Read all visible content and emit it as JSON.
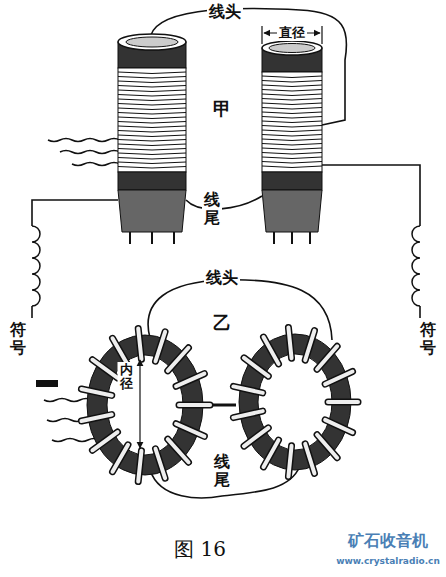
{
  "diagram": {
    "caption": "图 16",
    "labels": [
      "线头",
      "直径",
      "甲",
      "线尾",
      "线头",
      "乙",
      "符号",
      "符号",
      "内径",
      "线尾",
      "矿石收音机",
      "www.crystalradio.cn"
    ]
  }
}
